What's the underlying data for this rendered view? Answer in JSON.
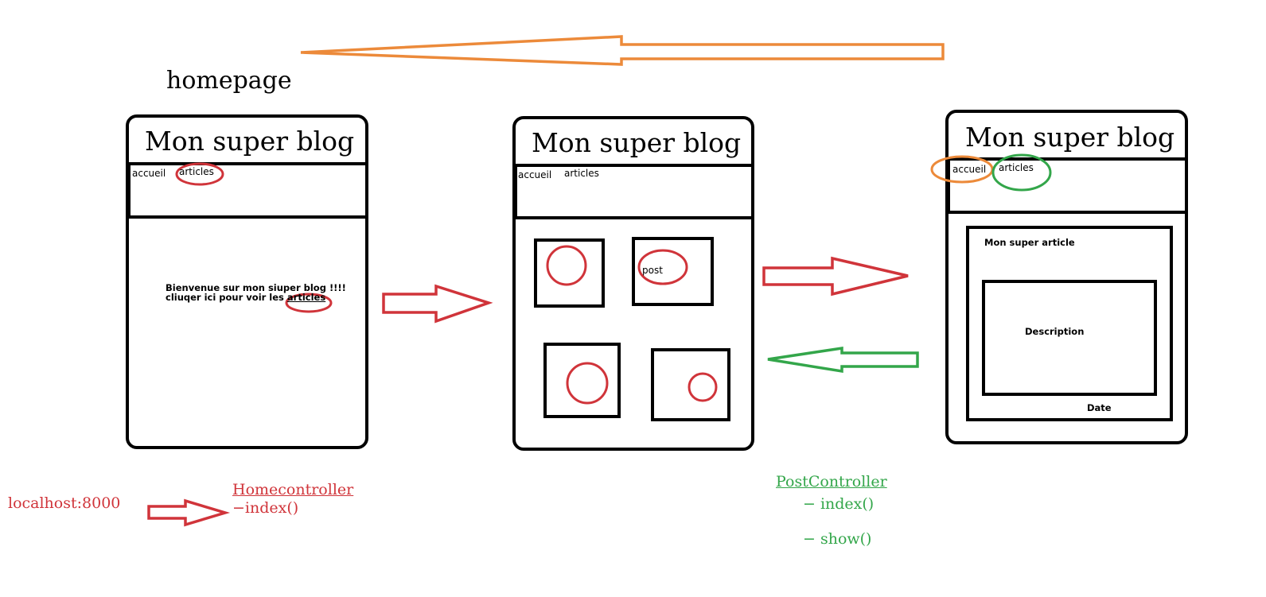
{
  "colors": {
    "outline": "#000000",
    "red": "#d0343a",
    "green": "#33a64a",
    "orange": "#ec8a3a"
  },
  "homepage_label": "homepage",
  "screens": {
    "home": {
      "title": "Mon super blog",
      "nav_home": "accueil",
      "nav_articles": "articles",
      "welcome_line1": "Bienvenue sur mon siuper blog !!!!",
      "welcome_line2": "cliuqer ici pour voir les",
      "welcome_link": "articles"
    },
    "list": {
      "title": "Mon super blog",
      "nav_home": "accueil",
      "nav_articles": "articles",
      "post_label": "post"
    },
    "detail": {
      "title": "Mon super blog",
      "nav_home": "accueil",
      "nav_articles": "articles",
      "article_title": "Mon super article",
      "description": "Description",
      "date": "Date"
    }
  },
  "routing": {
    "url": "localhost:8000",
    "home_controller": "Homecontroller",
    "home_action": "−index()",
    "post_controller": "PostController",
    "post_action_index": "− index()",
    "post_action_show": "− show()"
  }
}
